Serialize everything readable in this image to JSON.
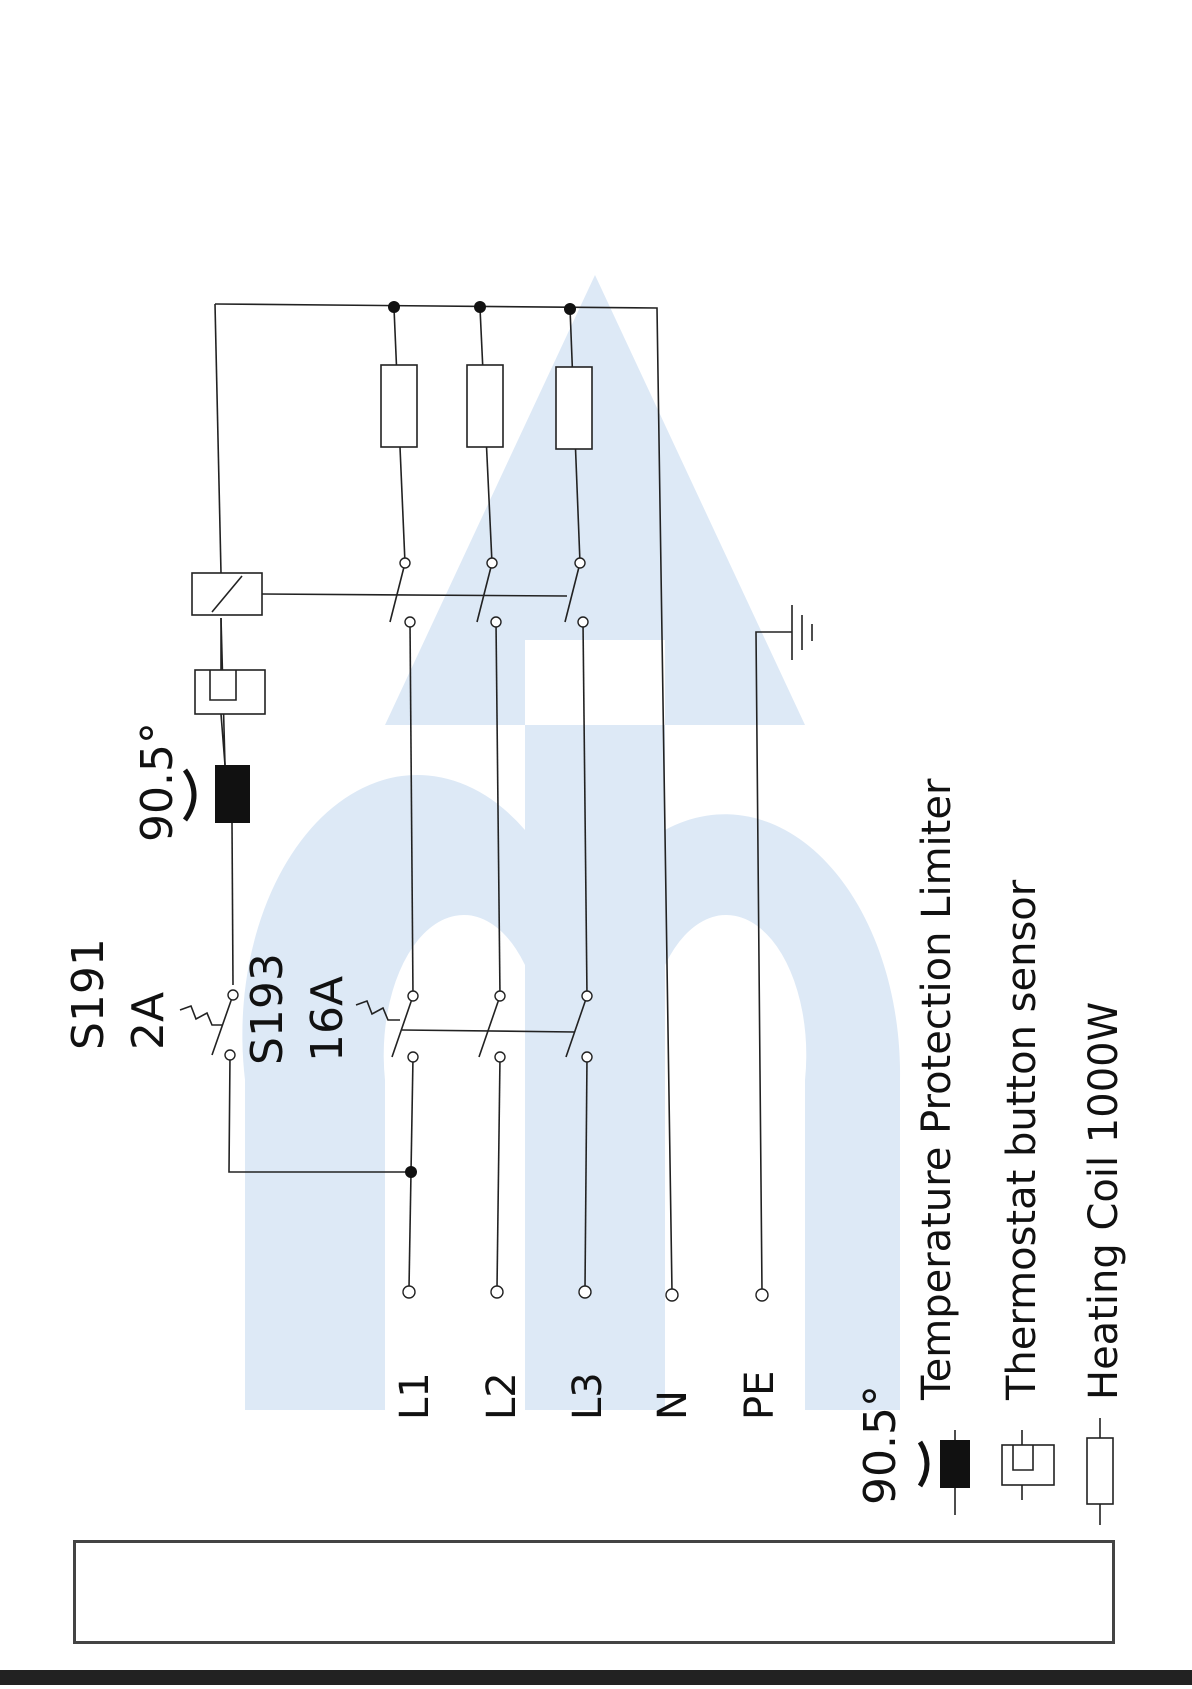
{
  "brand": {
    "watermark_color": "#dde9f6"
  },
  "circuit": {
    "breaker_small": {
      "name": "S191",
      "rating": "2A"
    },
    "breaker_main": {
      "name": "S193",
      "rating": "16A"
    },
    "limiter_temp": "90.5°"
  },
  "lines": {
    "l1": "L1",
    "l2": "L2",
    "l3": "L3",
    "n": "N",
    "pe": "PE"
  },
  "legend": {
    "limiter_temp": "90.5°",
    "limiter": "Temperature Protection Limiter",
    "thermostat": "Thermostat button sensor",
    "coil": "Heating Coil 1000W"
  },
  "colors": {
    "line": "#222222",
    "box_border": "#444444"
  }
}
